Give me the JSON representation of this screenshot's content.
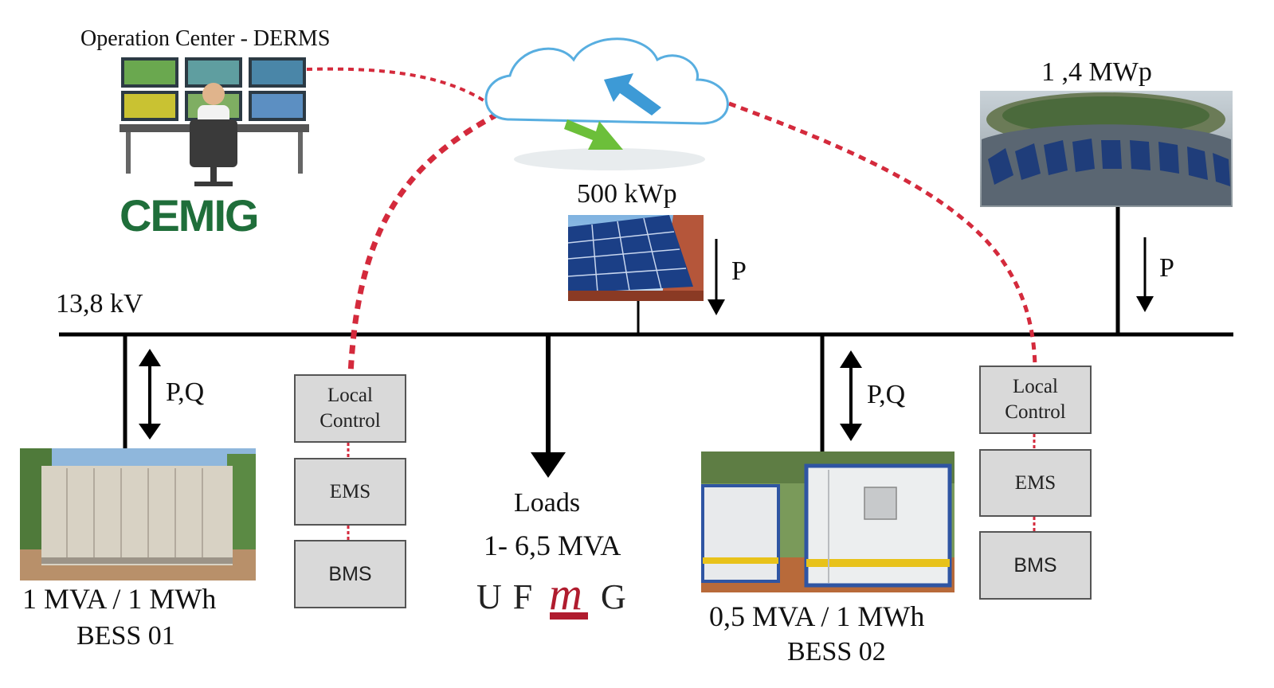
{
  "operation_center": {
    "label": "Operation Center - DERMS",
    "logo": "CEMIG"
  },
  "pv_stadium": {
    "label": "1 ,4 MWp",
    "flow": "P"
  },
  "pv_roof": {
    "label": "500 kWp",
    "flow": "P"
  },
  "bus": {
    "voltage": "13,8 kV"
  },
  "bess01": {
    "flow": "P,Q",
    "capacity": "1 MVA / 1 MWh",
    "name": "BESS 01",
    "local_control": "Local Control",
    "ems": "EMS",
    "bms": "BMS"
  },
  "bess02": {
    "flow": "P,Q",
    "capacity": "0,5 MVA / 1 MWh",
    "name": "BESS 02",
    "local_control": "Local Control",
    "ems": "EMS",
    "bms": "BMS"
  },
  "loads": {
    "label": "Loads",
    "range": "1- 6,5 MVA",
    "logo_left": "UF",
    "logo_mid": "m",
    "logo_right": "G"
  },
  "colors": {
    "comm_link": "#d42a3c",
    "bus": "#000000",
    "cemig_green": "#1f6e3a",
    "ufmg_red": "#b01c2e",
    "box_fill": "#d9d9d9"
  }
}
